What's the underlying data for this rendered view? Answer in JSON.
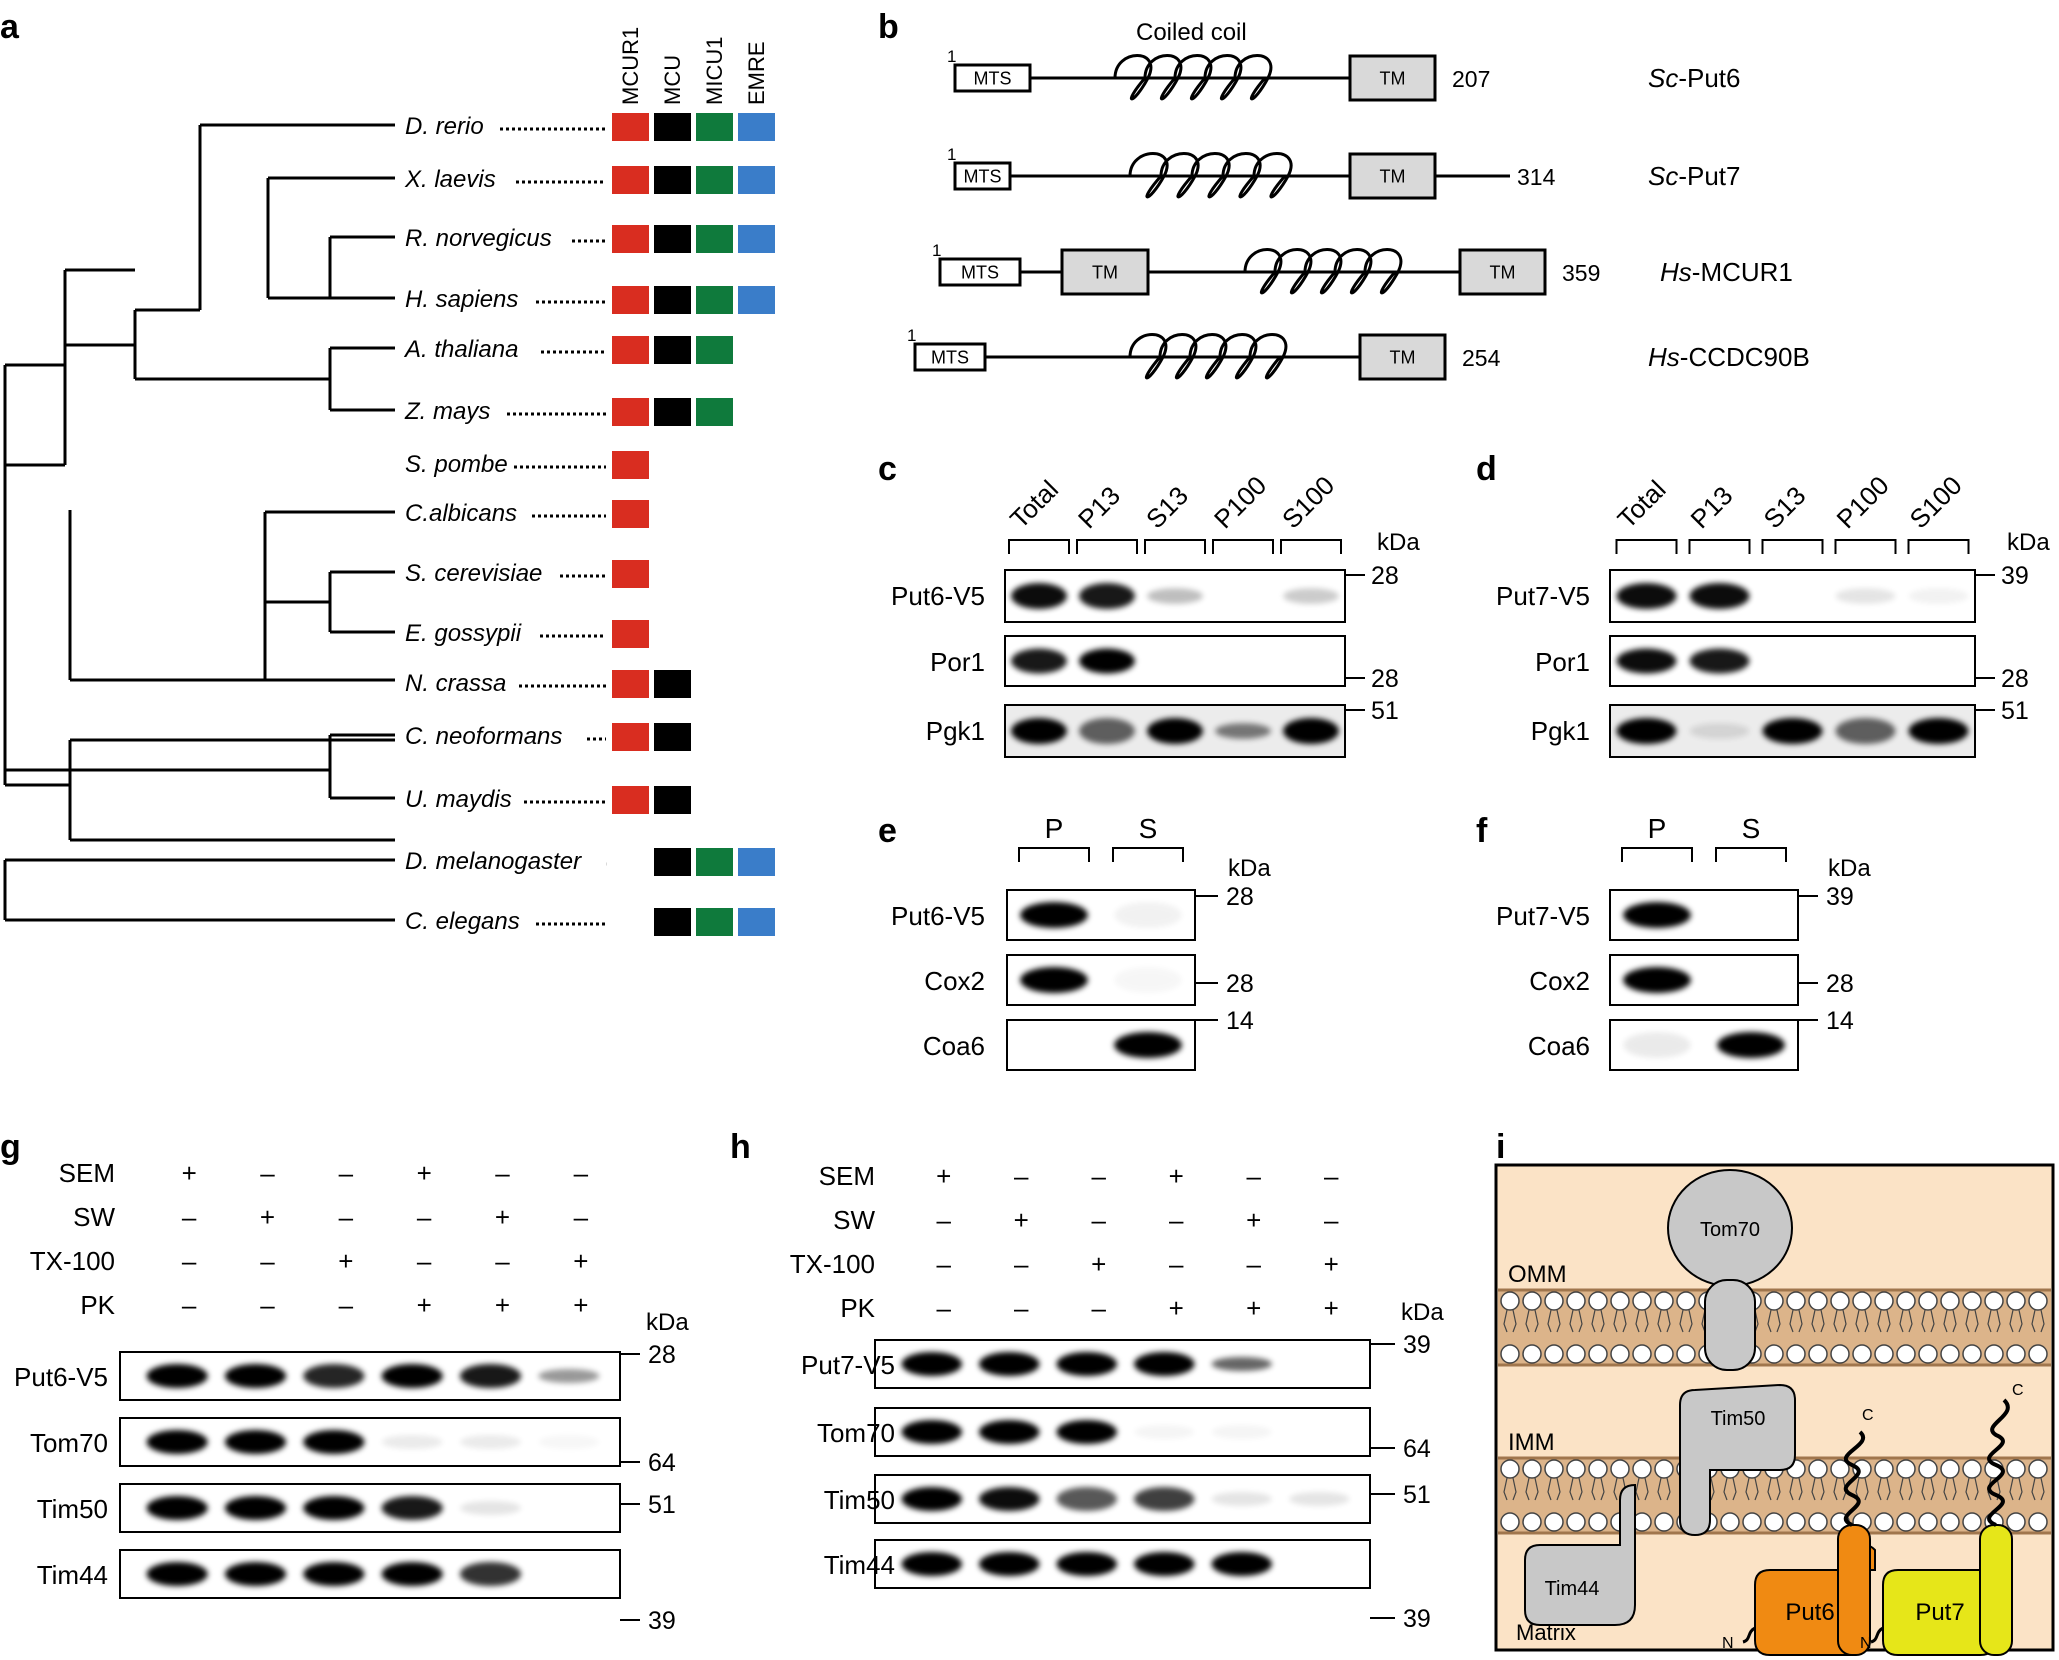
{
  "panels": {
    "a": "a",
    "b": "b",
    "c": "c",
    "d": "d",
    "e": "e",
    "f": "f",
    "g": "g",
    "h": "h",
    "i": "i"
  },
  "colors": {
    "mcur1": "#d92d20",
    "mcu": "#000000",
    "micu1": "#0f7a3c",
    "emre": "#3a7dc9",
    "membrane_bg": "#fbe3c6",
    "put6": "#f08a12",
    "put7": "#e6e619",
    "protein_gray": "#c8c8c8"
  },
  "phylo": {
    "columns": [
      "MCUR1",
      "MCU",
      "MICU1",
      "EMRE"
    ],
    "species": [
      {
        "name": "D. rerio",
        "mcur1": true,
        "mcu": true,
        "micu1": true,
        "emre": true
      },
      {
        "name": "X. laevis",
        "mcur1": true,
        "mcu": true,
        "micu1": true,
        "emre": true
      },
      {
        "name": "R. norvegicus",
        "mcur1": true,
        "mcu": true,
        "micu1": true,
        "emre": true
      },
      {
        "name": "H. sapiens",
        "mcur1": true,
        "mcu": true,
        "micu1": true,
        "emre": true
      },
      {
        "name": "A. thaliana",
        "mcur1": true,
        "mcu": true,
        "micu1": true,
        "emre": false
      },
      {
        "name": "Z. mays",
        "mcur1": true,
        "mcu": true,
        "micu1": true,
        "emre": false
      },
      {
        "name": "S. pombe",
        "mcur1": true,
        "mcu": false,
        "micu1": false,
        "emre": false
      },
      {
        "name": "C.albicans",
        "mcur1": true,
        "mcu": false,
        "micu1": false,
        "emre": false
      },
      {
        "name": "S. cerevisiae",
        "mcur1": true,
        "mcu": false,
        "micu1": false,
        "emre": false
      },
      {
        "name": "E. gossypii",
        "mcur1": true,
        "mcu": false,
        "micu1": false,
        "emre": false
      },
      {
        "name": "N. crassa",
        "mcur1": true,
        "mcu": true,
        "micu1": false,
        "emre": false
      },
      {
        "name": "C. neoformans",
        "mcur1": true,
        "mcu": true,
        "micu1": false,
        "emre": false
      },
      {
        "name": "U. maydis",
        "mcur1": true,
        "mcu": true,
        "micu1": false,
        "emre": false
      },
      {
        "name": "D. melanogaster",
        "mcur1": false,
        "mcu": true,
        "micu1": true,
        "emre": true
      },
      {
        "name": "C. elegans",
        "mcur1": false,
        "mcu": true,
        "micu1": true,
        "emre": true
      }
    ]
  },
  "domains": {
    "coiled_coil_label": "Coiled coil",
    "mts": "MTS",
    "tm": "TM",
    "start": "1",
    "proteins": [
      {
        "prefix": "Sc",
        "name": "-Put6",
        "length": "207"
      },
      {
        "prefix": "Sc",
        "name": "-Put7",
        "length": "314"
      },
      {
        "prefix": "Hs",
        "name": "-MCUR1",
        "length": "359"
      },
      {
        "prefix": "Hs",
        "name": "-CCDC90B",
        "length": "254"
      }
    ]
  },
  "fractionation": {
    "lanes": [
      "Total",
      "P13",
      "S13",
      "P100",
      "S100"
    ],
    "kda": "kDa",
    "c_rows": [
      {
        "label": "Put6-V5",
        "marker": "28"
      },
      {
        "label": "Por1",
        "marker": "28"
      },
      {
        "label": "Pgk1",
        "marker": "51"
      }
    ],
    "d_rows": [
      {
        "label": "Put7-V5",
        "marker": "39"
      },
      {
        "label": "Por1",
        "marker": "28"
      },
      {
        "label": "Pgk1",
        "marker": "51"
      }
    ]
  },
  "carbonate": {
    "lanes": [
      "P",
      "S"
    ],
    "kda": "kDa",
    "e_rows": [
      {
        "label": "Put6-V5",
        "marker": "28"
      },
      {
        "label": "Cox2",
        "marker": "28"
      },
      {
        "label": "Coa6",
        "marker": "14"
      }
    ],
    "f_rows": [
      {
        "label": "Put7-V5",
        "marker": "39"
      },
      {
        "label": "Cox2",
        "marker": "28"
      },
      {
        "label": "Coa6",
        "marker": "14"
      }
    ]
  },
  "protease": {
    "conditions": [
      {
        "label": "SEM",
        "values": [
          "+",
          "–",
          "–",
          "+",
          "–",
          "–"
        ]
      },
      {
        "label": "SW",
        "values": [
          "–",
          "+",
          "–",
          "–",
          "+",
          "–"
        ]
      },
      {
        "label": "TX-100",
        "values": [
          "–",
          "–",
          "+",
          "–",
          "–",
          "+"
        ]
      },
      {
        "label": "PK",
        "values": [
          "–",
          "–",
          "–",
          "+",
          "+",
          "+"
        ]
      }
    ],
    "kda": "kDa",
    "g_rows": [
      {
        "label": "Put6-V5",
        "marker": "28"
      },
      {
        "label": "Tom70",
        "marker": "64"
      },
      {
        "label": "Tim50",
        "marker": "51"
      },
      {
        "label": "Tim44",
        "marker": "39"
      }
    ],
    "h_rows": [
      {
        "label": "Put7-V5",
        "marker": "39"
      },
      {
        "label": "Tom70",
        "marker": "64"
      },
      {
        "label": "Tim50",
        "marker": "51"
      },
      {
        "label": "Tim44",
        "marker": "39"
      }
    ]
  },
  "model": {
    "omm": "OMM",
    "imm": "IMM",
    "matrix": "Matrix",
    "tom70": "Tom70",
    "tim50": "Tim50",
    "tim44": "Tim44",
    "put6": "Put6",
    "put7": "Put7",
    "n": "N",
    "c": "C"
  }
}
